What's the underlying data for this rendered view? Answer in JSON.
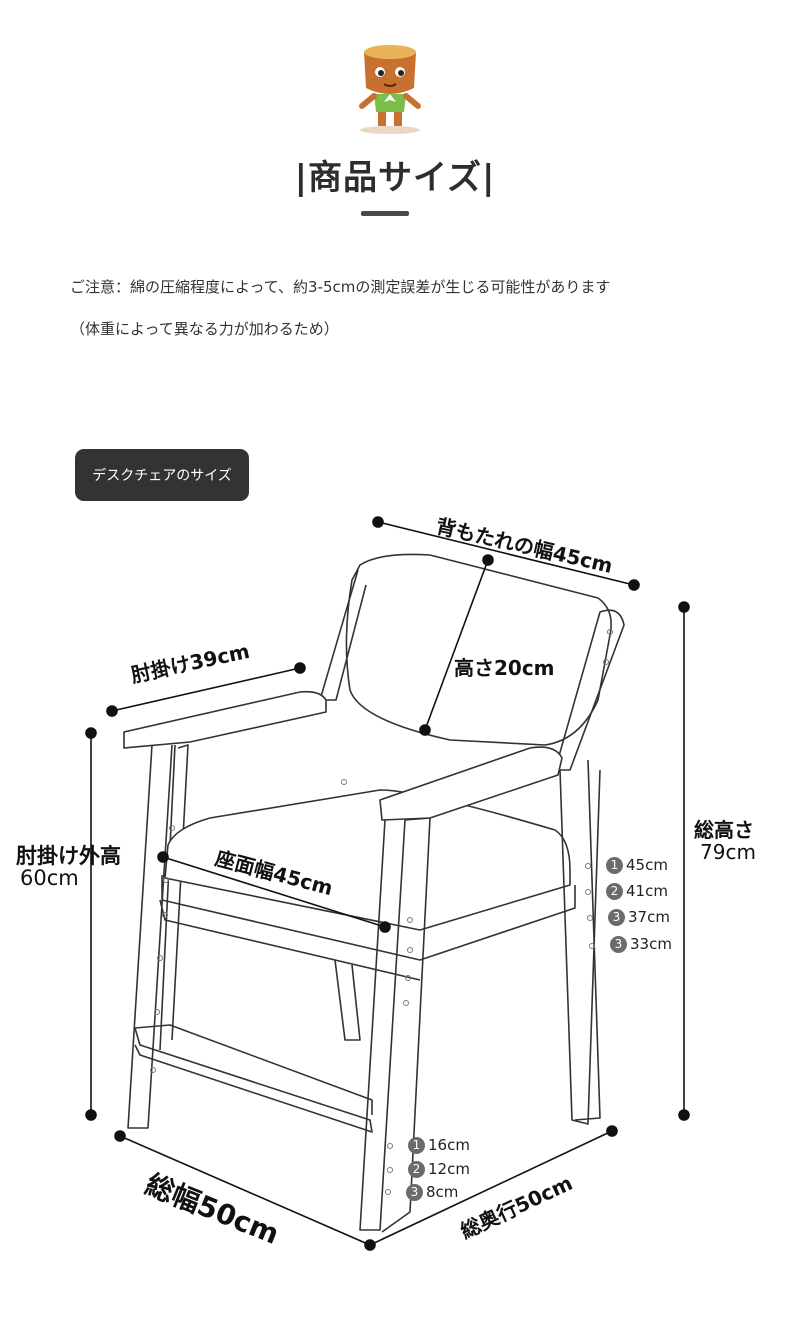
{
  "header": {
    "title": "|商品サイズ|"
  },
  "notes": {
    "line1": "ご注意：綿の圧縮程度によって、約3-5cmの測定誤差が生じる可能性があります",
    "line2": "（体重によって異なる力が加わるため）"
  },
  "section_badge": "デスクチェアのサイズ",
  "dimensions": {
    "backrest_width": "背もたれの幅45cm",
    "backrest_height": "高さ20cm",
    "armrest": "肘掛け39cm",
    "armrest_outer_height_label": "肘掛け外高",
    "armrest_outer_height_value": "60cm",
    "seat_width": "座面幅45cm",
    "total_height_label": "総高さ",
    "total_height_value": "79cm",
    "total_width": "総幅50cm",
    "total_depth": "総奥行50cm"
  },
  "seat_levels": [
    {
      "num": "1",
      "value": "45cm"
    },
    {
      "num": "2",
      "value": "41cm"
    },
    {
      "num": "3",
      "value": "37cm"
    },
    {
      "num": "3",
      "value": "33cm"
    }
  ],
  "foot_levels": [
    {
      "num": "1",
      "value": "16cm"
    },
    {
      "num": "2",
      "value": "12cm"
    },
    {
      "num": "3",
      "value": "8cm"
    }
  ],
  "colors": {
    "badge_bg": "#333333",
    "line": "#111111",
    "mascot": "#c8702f"
  }
}
